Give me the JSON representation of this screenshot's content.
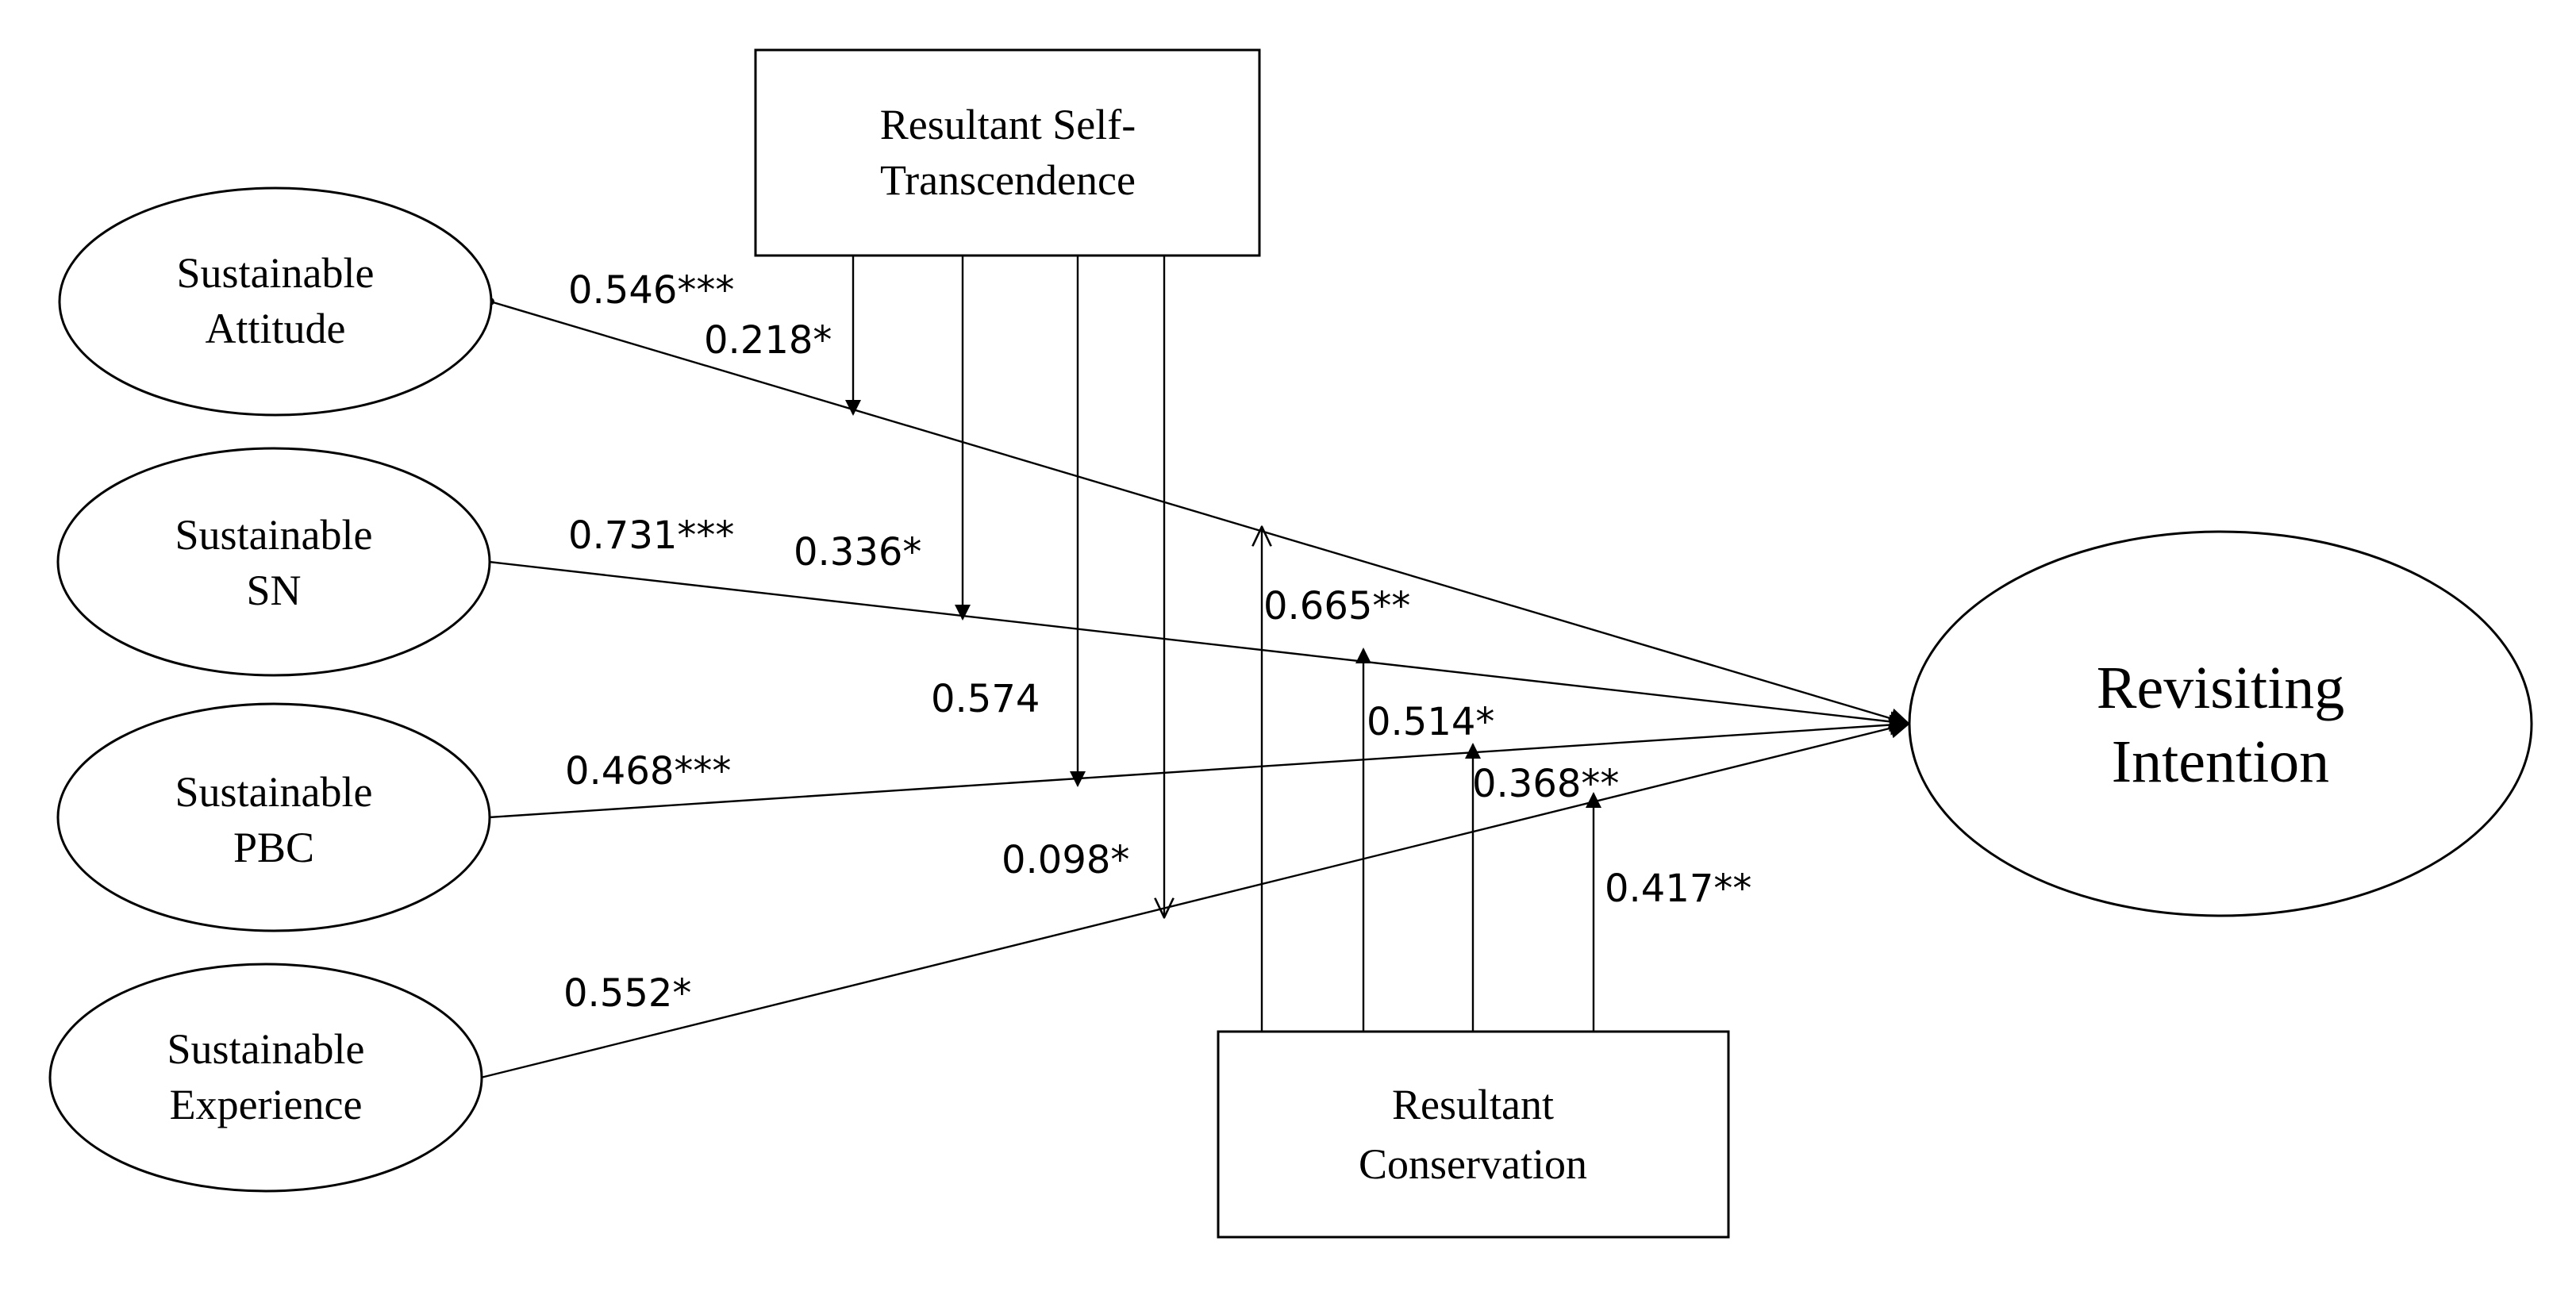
{
  "diagram": {
    "nodes": {
      "attitude": {
        "lines": [
          "Sustainable",
          "Attitude"
        ]
      },
      "sn": {
        "lines": [
          "Sustainable",
          "SN"
        ]
      },
      "pbc": {
        "lines": [
          "Sustainable",
          "PBC"
        ]
      },
      "experience": {
        "lines": [
          "Sustainable",
          "Experience"
        ]
      },
      "revisiting": {
        "lines": [
          "Revisiting",
          "Intention"
        ]
      },
      "self_transcendence": {
        "lines": [
          "Resultant Self-",
          "Transcendence"
        ]
      },
      "conservation": {
        "lines": [
          "Resultant",
          "Conservation"
        ]
      }
    },
    "paths": {
      "attitude": "0.546***",
      "sn": "0.731***",
      "pbc": "0.468***",
      "experience": "0.552*"
    },
    "moderation_self_transcendence": {
      "attitude": "0.218*",
      "sn": "0.336*",
      "pbc": "0.574",
      "experience": "0.098*"
    },
    "moderation_conservation": {
      "attitude": "0.665**",
      "sn": "0.514*",
      "pbc": "0.368**",
      "experience": "0.417**"
    }
  }
}
